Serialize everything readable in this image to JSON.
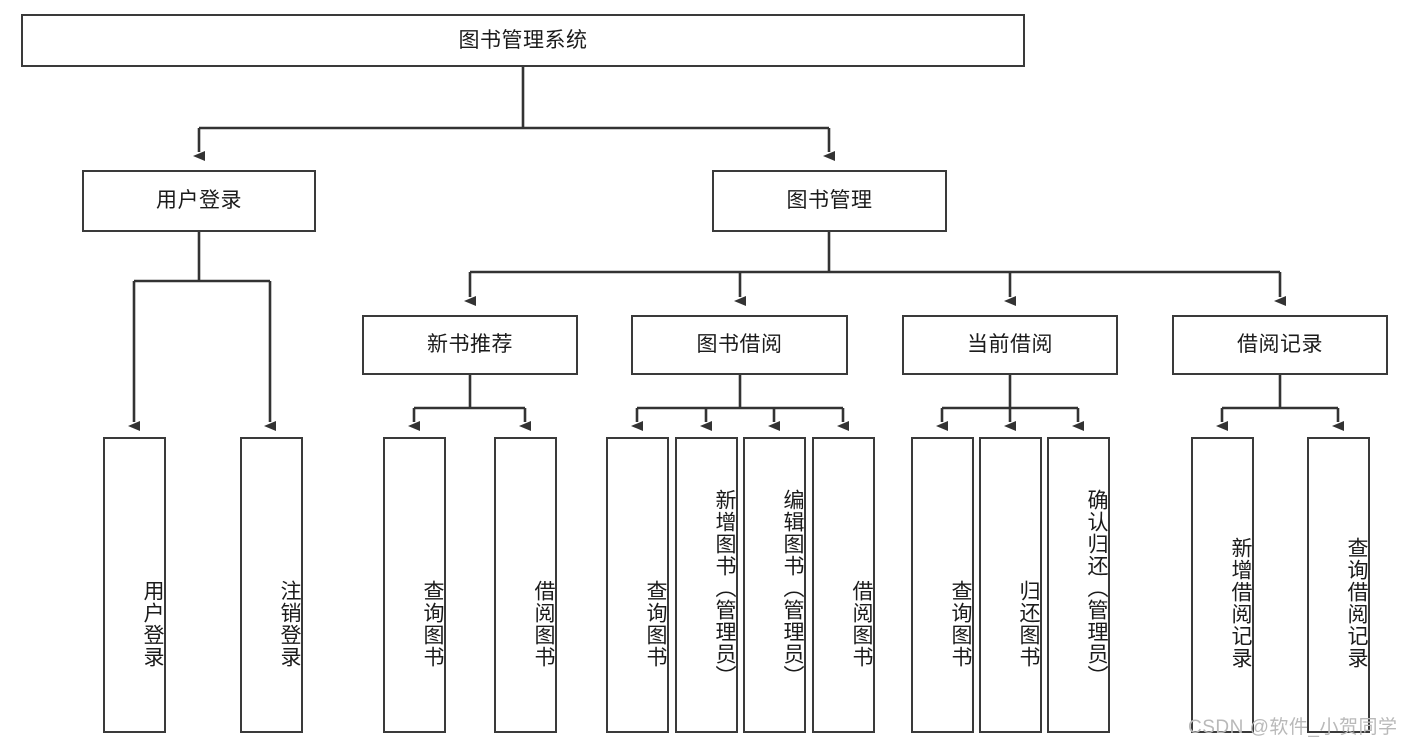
{
  "diagram": {
    "title": "图书管理系统",
    "type": "hierarchy-tree",
    "style": {
      "border_color": "#3a3a3a",
      "background": "#ffffff",
      "text_color": "#1b1b1b",
      "watermark_color": "#b9b9b9"
    },
    "levels": {
      "root": {
        "id": "root",
        "label": "图书管理系统"
      },
      "level2": [
        {
          "id": "user-login",
          "label": "用户登录"
        },
        {
          "id": "book-management",
          "label": "图书管理"
        }
      ],
      "level3": [
        {
          "id": "new-book-recommend",
          "label": "新书推荐",
          "parent": "book-management"
        },
        {
          "id": "book-borrow",
          "label": "图书借阅",
          "parent": "book-management"
        },
        {
          "id": "current-borrow",
          "label": "当前借阅",
          "parent": "book-management"
        },
        {
          "id": "borrow-record",
          "label": "借阅记录",
          "parent": "book-management"
        }
      ],
      "leaves": [
        {
          "id": "leaf-user-login",
          "label": "用户登录",
          "parent": "user-login"
        },
        {
          "id": "leaf-logout-login",
          "label": "注销登录",
          "parent": "user-login"
        },
        {
          "id": "leaf-query-book-1",
          "label": "查询图书",
          "parent": "new-book-recommend"
        },
        {
          "id": "leaf-borrow-book-1",
          "label": "借阅图书",
          "parent": "new-book-recommend"
        },
        {
          "id": "leaf-query-book-2",
          "label": "查询图书",
          "parent": "book-borrow"
        },
        {
          "id": "leaf-add-book",
          "label": "新增图书（管理员）",
          "parent": "book-borrow"
        },
        {
          "id": "leaf-edit-book",
          "label": "编辑图书（管理员）",
          "parent": "book-borrow"
        },
        {
          "id": "leaf-borrow-book-2",
          "label": "借阅图书",
          "parent": "book-borrow"
        },
        {
          "id": "leaf-query-book-3",
          "label": "查询图书",
          "parent": "current-borrow"
        },
        {
          "id": "leaf-return-book",
          "label": "归还图书",
          "parent": "current-borrow"
        },
        {
          "id": "leaf-confirm-return",
          "label": "确认归还（管理员）",
          "parent": "current-borrow"
        },
        {
          "id": "leaf-add-record",
          "label": "新增借阅记录",
          "parent": "borrow-record"
        },
        {
          "id": "leaf-query-record",
          "label": "查询借阅记录",
          "parent": "borrow-record"
        }
      ]
    },
    "watermark": "CSDN @软件_小贺同学"
  }
}
